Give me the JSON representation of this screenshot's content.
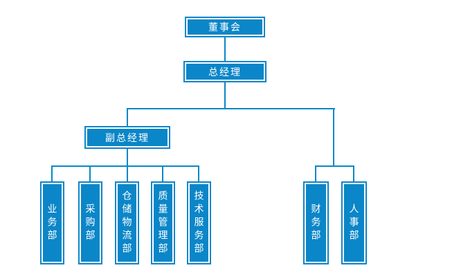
{
  "diagram": {
    "type": "organization-chart",
    "accent_color": "#0b86c8",
    "text_color": "#ffffff",
    "background_color": "#ffffff",
    "nodes": {
      "board": "董事会",
      "general_manager": "总经理",
      "deputy_general_manager": "副总经理",
      "business_dept": "业务部",
      "purchasing_dept": "采购部",
      "warehouse_logistics_dept": "仓储物流部",
      "quality_management_dept": "质量管理部",
      "technical_service_dept": "技术服务部",
      "finance_dept": "财务部",
      "hr_dept": "人事部"
    },
    "hierarchy": [
      {
        "parent": "董事会",
        "children": [
          "总经理"
        ]
      },
      {
        "parent": "总经理",
        "children": [
          "副总经理",
          "财务部",
          "人事部"
        ]
      },
      {
        "parent": "副总经理",
        "children": [
          "业务部",
          "采购部",
          "仓储物流部",
          "质量管理部",
          "技术服务部"
        ]
      }
    ]
  }
}
